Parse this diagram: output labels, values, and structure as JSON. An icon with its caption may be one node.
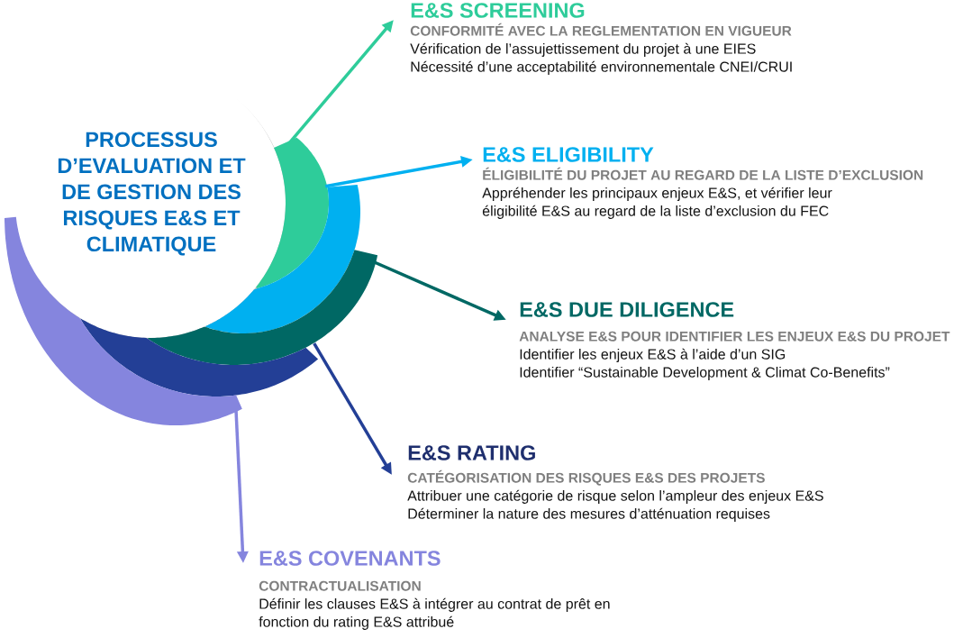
{
  "diagram": {
    "nodes": [
      {
        "text": [
          "PROCESSUS D’EVALUATION ET DE GESTION DES RISQUES E&S ET CLIMATIQUE"
        ]
      },
      {
        "text": [],
        "shape": "band"
      },
      {
        "text": [],
        "shape": "band"
      },
      {
        "text": [],
        "shape": "band"
      },
      {
        "text": [],
        "shape": "band"
      },
      {
        "text": [],
        "shape": "band"
      },
      {
        "text": [
          "E&S SCREENING",
          "CONFORMITÉ AVEC LA REGLEMENTATION EN VIGUEUR",
          "Vérification de l’assujettissement du projet à une EIES",
          "Nécessité d’une acceptabilité environnementale CNEI/CRUI"
        ]
      },
      {
        "text": [
          "E&S ELIGIBILITY",
          "ÉLIGIBILITÉ DU PROJET AU REGARD DE LA LISTE D’EXCLUSION",
          "Appréhender les principaux enjeux E&S, et vérifier leur éligibilité E&S au regard de la liste d’exclusion du FEC"
        ]
      },
      {
        "text": [
          "E&S DUE DILIGENCE",
          "ANALYSE E&S POUR IDENTIFIER LES ENJEUX E&S DU PROJET",
          "Identifier les enjeux E&S à l’aide d’un SIG",
          "Identifier “Sustainable Development & Climat Co-Benefits”"
        ]
      },
      {
        "text": [
          "E&S RATING",
          "CATÉGORISATION DES RISQUES E&S DES PROJETS",
          "Attribuer une catégorie de risque selon l’ampleur des enjeux E&S",
          "Déterminer la nature des mesures d’atténuation requises"
        ]
      },
      {
        "text": [
          "E&S COVENANTS",
          "CONTRACTUALISATION",
          "Définir les clauses E&S à intégrer au contrat de prêt en fonction du rating E&S attribué"
        ]
      }
    ],
    "edges": [
      {
        "from": 1,
        "to": 6,
        "arrow": "to",
        "color": "#2ecc9a"
      },
      {
        "from": 2,
        "to": 7,
        "arrow": "to",
        "color": "#00b0f0"
      },
      {
        "from": 3,
        "to": 8,
        "arrow": "to",
        "color": "#006864"
      },
      {
        "from": 4,
        "to": 9,
        "arrow": "to",
        "color": "#233f96"
      },
      {
        "from": 5,
        "to": 10,
        "arrow": "to",
        "color": "#8585de"
      }
    ]
  }
}
